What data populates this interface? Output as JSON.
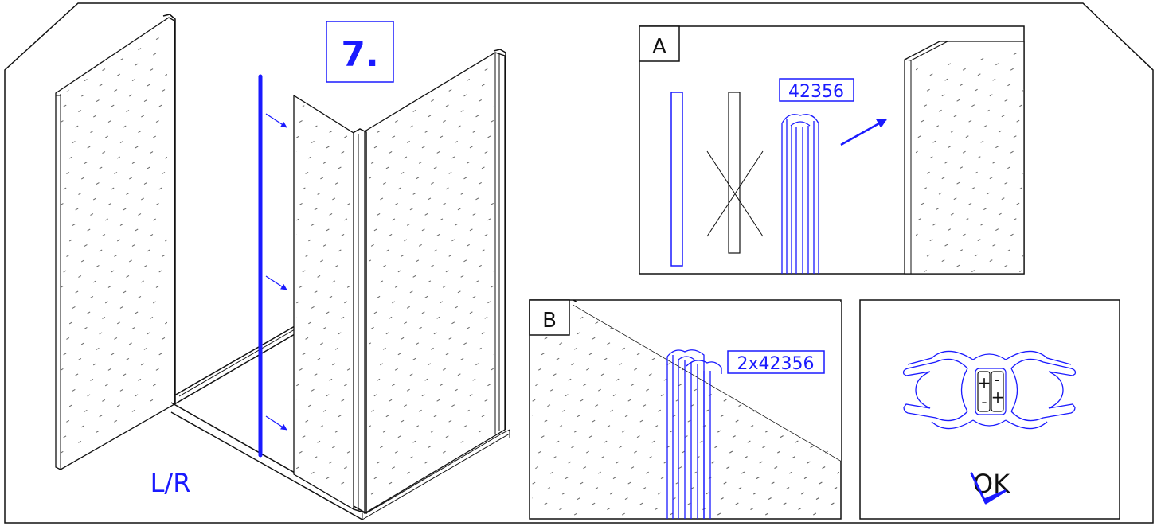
{
  "step": {
    "number": "7."
  },
  "orientation": "L/R",
  "panels": {
    "a": {
      "letter": "A",
      "part": "42356"
    },
    "b": {
      "letter": "B",
      "part": "2x42356"
    },
    "c": {
      "ok": "OK",
      "plus": "+",
      "minus": "-"
    }
  },
  "colors": {
    "accent": "#1a1aff",
    "check": "#1a1aff",
    "line": "#111111"
  }
}
